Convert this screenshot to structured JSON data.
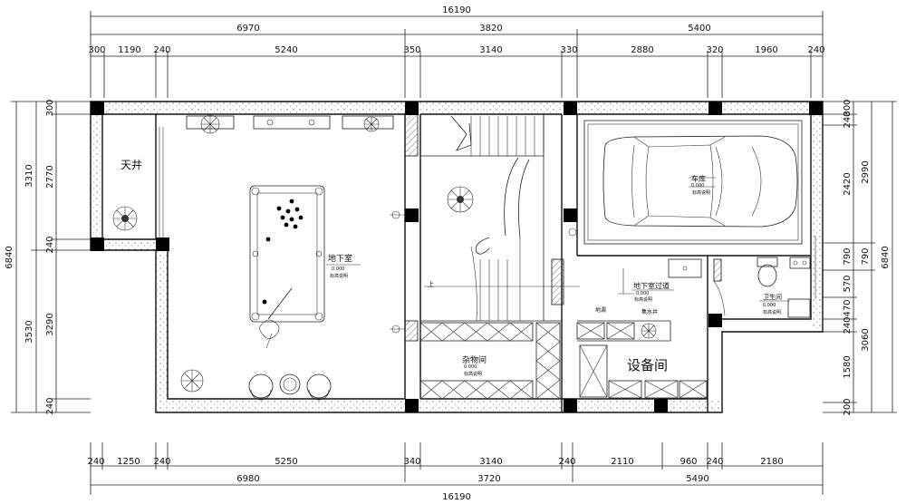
{
  "dims": {
    "top_total": "16190",
    "top_mid": [
      "6970",
      "3820",
      "5400"
    ],
    "top_detail": [
      "300",
      "1190",
      "240",
      "5240",
      "350",
      "3140",
      "330",
      "2880",
      "320",
      "1960",
      "240"
    ],
    "bottom_detail": [
      "240",
      "1250",
      "240",
      "5250",
      "340",
      "3140",
      "240",
      "2110",
      "960",
      "240",
      "2180"
    ],
    "bottom_mid": [
      "6980",
      "3720",
      "5490"
    ],
    "bottom_total": "16190",
    "left_outer": [
      "3310",
      "3530"
    ],
    "left_total": "6840",
    "left_inner": [
      "300",
      "2770",
      "240",
      "3290",
      "240"
    ],
    "right_inner": [
      "300",
      "240",
      "2420",
      "790",
      "570",
      "470",
      "240",
      "1580",
      "200"
    ],
    "right_mid": [
      "2990",
      "790",
      "3060"
    ],
    "right_total": "6840"
  },
  "rooms": {
    "tianjing": "天井",
    "basement": "地下室",
    "garage": "车库",
    "passage": "地下室过道",
    "storage": "杂物间",
    "equipment": "设备间",
    "bathroom": "卫生间",
    "sump": "集水井",
    "floor_drain": "地漏"
  },
  "marks": {
    "elev": "0.000",
    "elev_note": "标高说明",
    "up": "上"
  }
}
